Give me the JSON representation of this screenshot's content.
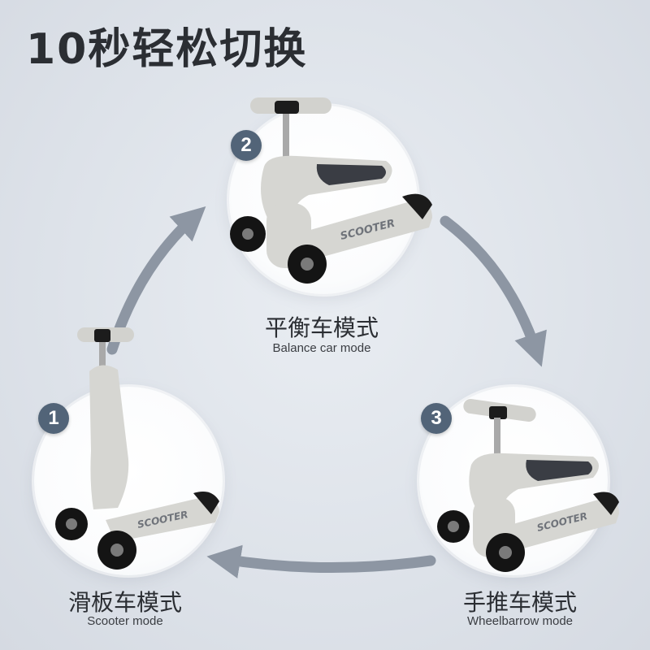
{
  "headline": "10秒轻松切换",
  "modes": [
    {
      "number": "1",
      "title": "滑板车模式",
      "subtitle": "Scooter mode"
    },
    {
      "number": "2",
      "title": "平衡车模式",
      "subtitle": "Balance car mode"
    },
    {
      "number": "3",
      "title": "手推车模式",
      "subtitle": "Wheelbarrow mode"
    }
  ],
  "deck_logo": "SCOOTER",
  "colors": {
    "headline": "#2b2e33",
    "badge": "#526478",
    "arrow": "#8d96a3",
    "scooter_body": "#d6d6d2",
    "seat": "#3a3d44",
    "wheel": "#141414"
  },
  "icons": [
    "cycle-arrow-icon",
    "scooter-illustration"
  ]
}
